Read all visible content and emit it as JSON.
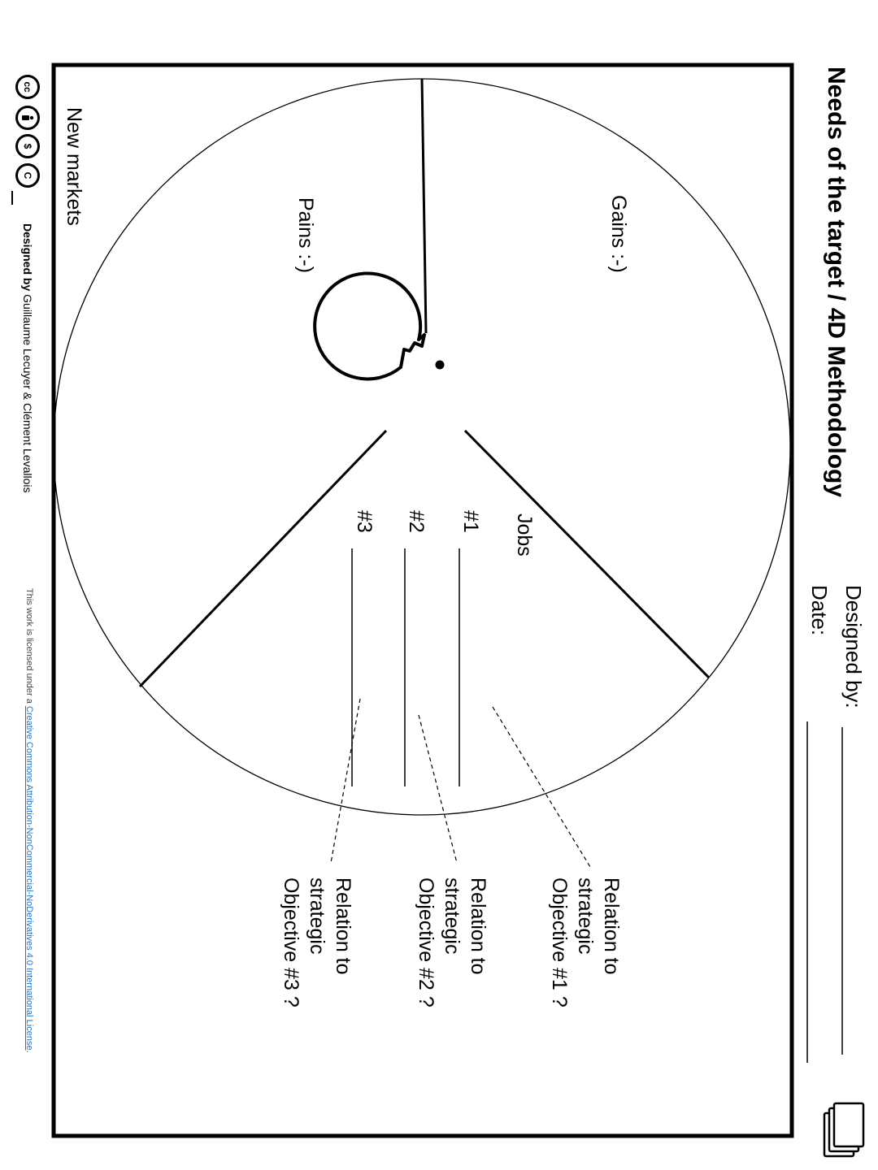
{
  "header": {
    "title": "Needs of the target / 4D Methodology",
    "designed_by_label": "Designed by:",
    "date_label": "Date:"
  },
  "canvas": {
    "sections": {
      "gains": "Gains :-)",
      "pains": "Pains :-)",
      "new_markets": "New markets",
      "jobs": "Jobs"
    },
    "jobs": [
      {
        "label": "#1"
      },
      {
        "label": "#2"
      },
      {
        "label": "#3"
      }
    ],
    "relations": [
      {
        "line1": "Relation to",
        "line2": "strategic",
        "line3": "Objective #1 ?"
      },
      {
        "line1": "Relation to",
        "line2": "strategic",
        "line3": "Objective #2 ?"
      },
      {
        "line1": "Relation to",
        "line2": "strategic",
        "line3": "Objective #3 ?"
      }
    ]
  },
  "footer": {
    "designed_by_bold": "Designed by",
    "designers": " Guillaume Lecuyer & Clément Levallois",
    "license_prefix": "This work is licensed under a ",
    "license_link": "Creative Commons Attribution-NonCommercial-NoDerivatives 4.0 International License",
    "license_suffix": "."
  },
  "icons": [
    "cc-icon",
    "attribution-icon",
    "noncommercial-icon",
    "noderivatives-icon",
    "copy-pages-icon"
  ]
}
